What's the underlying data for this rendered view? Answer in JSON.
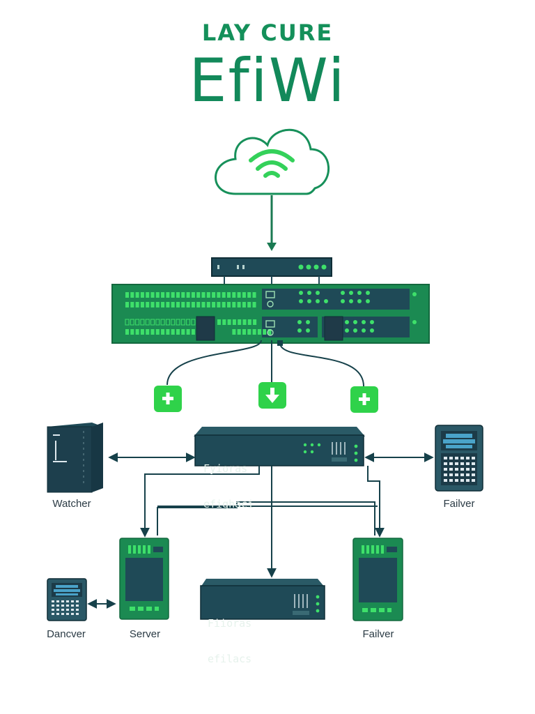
{
  "header": {
    "subtitle": "LAY CURE",
    "title": "EfiWi"
  },
  "icons": {
    "cloud": "wifi-cloud-icon",
    "add": "plus-icon",
    "download": "arrow-down-icon"
  },
  "colors": {
    "brand_green": "#12895a",
    "bright_green": "#2fd24a",
    "device_teal": "#1f4a57",
    "line_dark": "#16414a"
  },
  "devices": {
    "main_switch": {
      "line1": "Fyioras",
      "line2": "efighaci"
    },
    "lower_switch": {
      "line1": "Fiioras",
      "line2": "efilacs"
    },
    "labels": {
      "watcher": "Watcher",
      "failver_right": "Failver",
      "dancver": "Dancver",
      "server": "Server",
      "failver_bottom": "Failver"
    }
  }
}
